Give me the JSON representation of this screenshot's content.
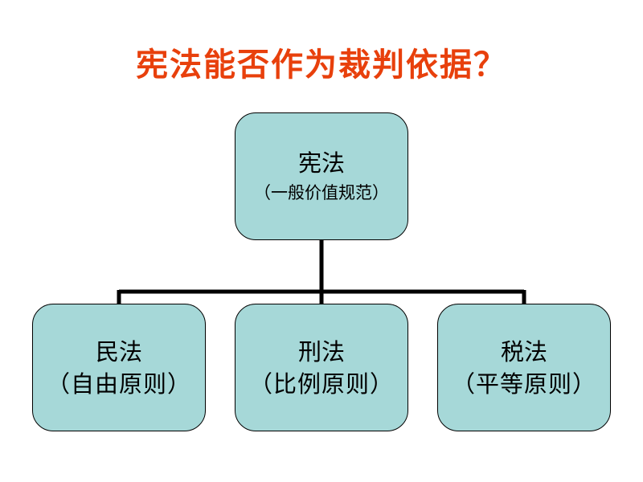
{
  "title": "宪法能否作为裁判依据？",
  "colors": {
    "title": "#e8400c",
    "node_fill": "#a6d8d8",
    "node_border": "#000000",
    "connector": "#000000"
  },
  "root": {
    "name": "宪法",
    "note": "（一般价值规范）"
  },
  "children": [
    {
      "name": "民法",
      "note": "（自由原则）"
    },
    {
      "name": "刑法",
      "note": "（比例原则）"
    },
    {
      "name": "税法",
      "note": "（平等原则）"
    }
  ]
}
